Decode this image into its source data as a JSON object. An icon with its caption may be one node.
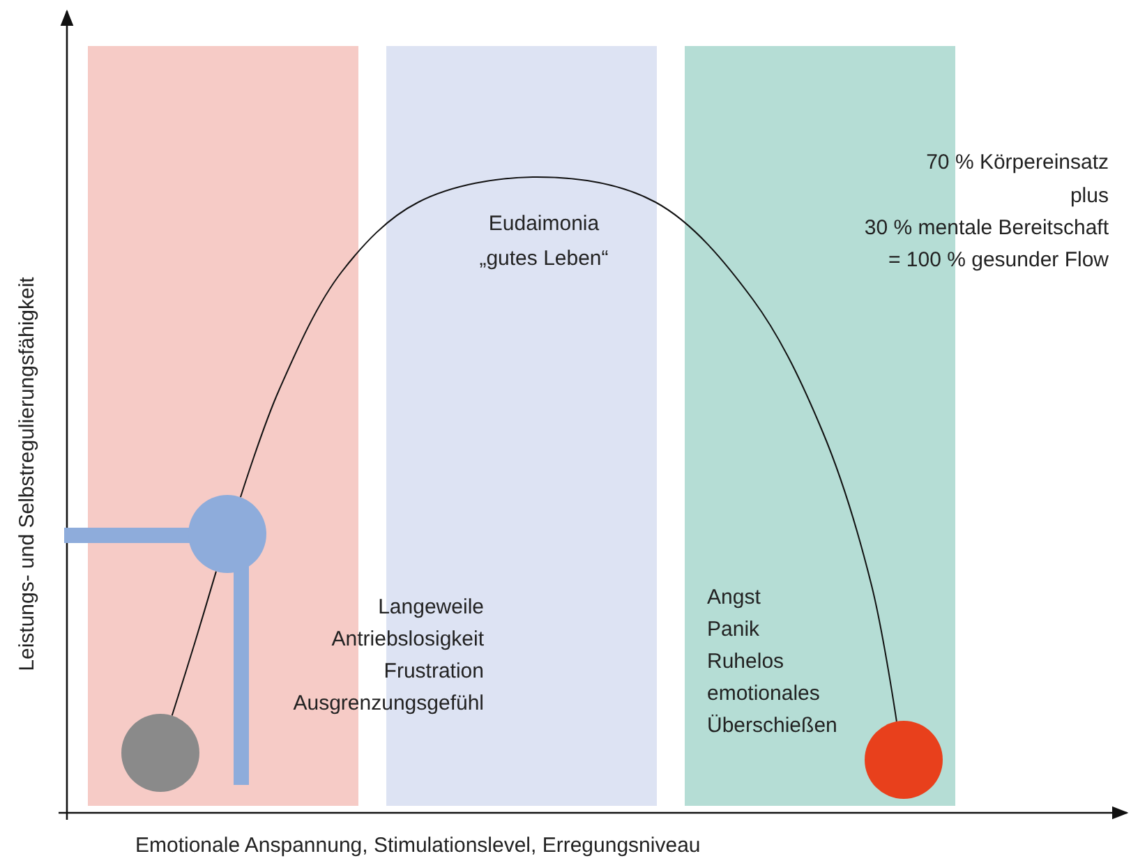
{
  "diagram": {
    "nodes": [
      {
        "text": [],
        "shape": "circle"
      },
      {
        "text": [],
        "shape": "circle"
      },
      {
        "text": [],
        "shape": "circle"
      }
    ],
    "edges": [
      {
        "from": 0,
        "to": 1,
        "arrow": "none"
      },
      {
        "from": 1,
        "to": 2,
        "arrow": "none"
      }
    ],
    "labels": [
      "Leistungs- und Selbstregulierungsfähigkeit",
      "Eudaimonia",
      "„gutes Leben“",
      "70 % Körpereinsatz",
      "plus",
      "30 % mentale Bereitschaft",
      "= 100 % gesunder Flow",
      "Langeweile",
      "Antriebslosigkeit",
      "Frustration",
      "Ausgrenzungsgefühl",
      "Angst",
      "Panik",
      "Ruhelos",
      "emotionales",
      "Überschießen",
      "Emotionale Anspannung, Stimulationslevel, Erregungsniveau"
    ]
  }
}
